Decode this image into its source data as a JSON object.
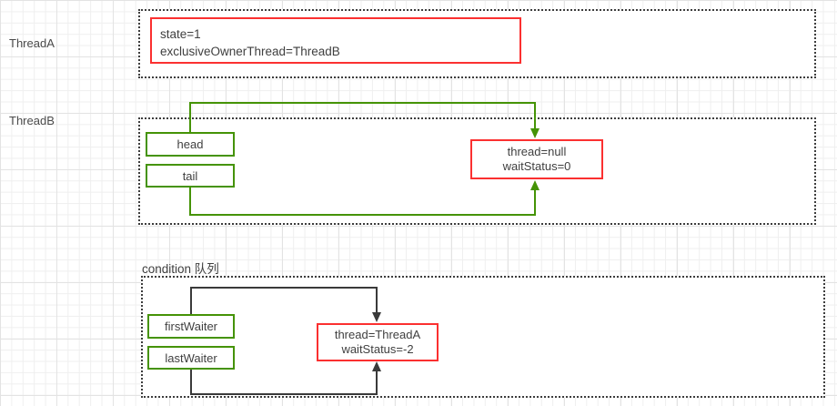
{
  "colors": {
    "accent_green": "#459306",
    "accent_red": "#fb3030",
    "connector_black": "#3a3a3a",
    "text": "#3f3f3f"
  },
  "thread_a_section": {
    "label": "ThreadA",
    "state_box": {
      "line1": "state=1",
      "line2": "exclusiveOwnerThread=ThreadB"
    }
  },
  "thread_b_section": {
    "label": "ThreadB",
    "head_pointer": "head",
    "tail_pointer": "tail",
    "node": {
      "line1": "thread=null",
      "line2": "waitStatus=0"
    }
  },
  "condition_section": {
    "label": "condition 队列",
    "first_waiter_pointer": "firstWaiter",
    "last_waiter_pointer": "lastWaiter",
    "node": {
      "line1": "thread=ThreadA",
      "line2": "waitStatus=-2"
    }
  }
}
